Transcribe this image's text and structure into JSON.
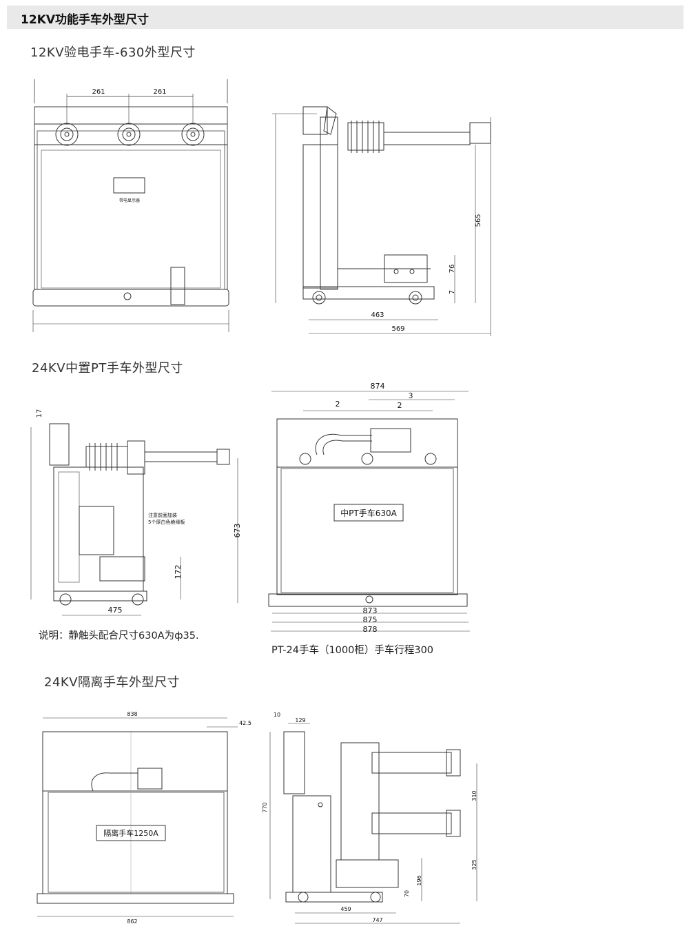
{
  "header": {
    "title": "12KV功能手车外型尺寸"
  },
  "section1": {
    "title": "12KV验电手车-630外型尺寸",
    "front": {
      "dim_a": "261",
      "dim_b": "261",
      "indicator_label": "带电显示器"
    },
    "side": {
      "dim_height": "565",
      "dim_76": "76",
      "dim_7": "7",
      "dim_463": "463",
      "dim_569": "569"
    }
  },
  "section2": {
    "title": "24KV中置PT手车外型尺寸",
    "side": {
      "dim_17": "17",
      "dim_673": "673",
      "dim_172": "172",
      "dim_475": "475",
      "note_line1": "注意前面加装",
      "note_line2": "5个厚白色绝缘板"
    },
    "front": {
      "dim_874": "874",
      "dim_2a": "2",
      "dim_2b": "2",
      "dim_3": "3",
      "plate_label": "中PT手车630A",
      "dim_873": "873",
      "dim_875": "875",
      "dim_878": "878"
    },
    "note_left": "说明：静触头配合尺寸630A为ф35.",
    "note_right": "PT-24手车（1000柜）手车行程300"
  },
  "section3": {
    "title": "24KV隔离手车外型尺寸",
    "front": {
      "dim_838": "838",
      "dim_42_5": "42.5",
      "plate_label": "隔离手车1250A",
      "dim_862": "862"
    },
    "side": {
      "dim_10": "10",
      "dim_129": "129",
      "dim_770": "770",
      "dim_310": "310",
      "dim_325": "325",
      "dim_196": "196",
      "dim_70": "70",
      "dim_459": "459",
      "dim_747": "747"
    }
  },
  "colors": {
    "line": "#333333",
    "light_line": "#8a8a8a",
    "header_bg": "#e9e9e9"
  }
}
